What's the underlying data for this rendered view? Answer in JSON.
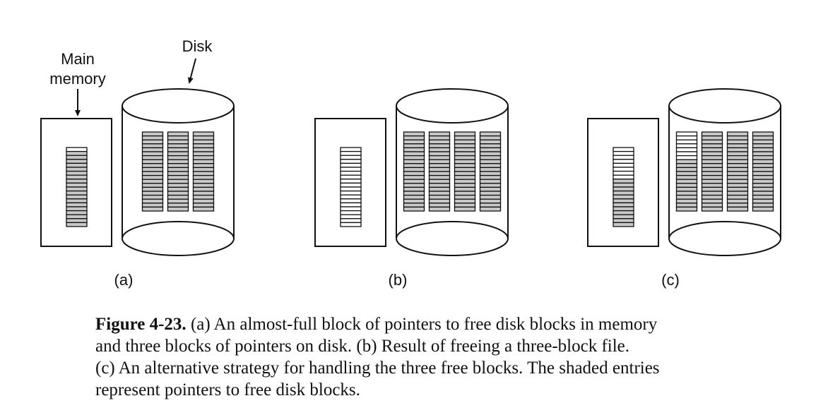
{
  "labels": {
    "main_memory_line1": "Main",
    "main_memory_line2": "memory",
    "disk": "Disk"
  },
  "panels": [
    {
      "label": "(a)",
      "memory_block": [
        false,
        true,
        true,
        true,
        true,
        true,
        true,
        true,
        true,
        true,
        true,
        true,
        true,
        true,
        true,
        true,
        true,
        true,
        true,
        true
      ],
      "disk_blocks": [
        [
          true,
          true,
          true,
          true,
          true,
          true,
          true,
          true,
          true,
          true,
          true,
          true,
          true,
          true,
          true,
          true,
          true,
          true,
          true,
          true
        ],
        [
          true,
          true,
          true,
          true,
          true,
          true,
          true,
          true,
          true,
          true,
          true,
          true,
          true,
          true,
          true,
          true,
          true,
          true,
          true,
          true
        ],
        [
          true,
          true,
          true,
          true,
          true,
          true,
          true,
          true,
          true,
          true,
          true,
          true,
          true,
          true,
          true,
          true,
          true,
          true,
          true,
          true
        ]
      ]
    },
    {
      "label": "(b)",
      "memory_block": [
        false,
        false,
        false,
        false,
        false,
        false,
        false,
        false,
        false,
        false,
        false,
        false,
        false,
        false,
        false,
        false,
        false,
        false,
        false,
        false
      ],
      "disk_blocks": [
        [
          true,
          true,
          true,
          true,
          true,
          true,
          true,
          true,
          true,
          true,
          true,
          true,
          true,
          true,
          true,
          true,
          true,
          true,
          true,
          true
        ],
        [
          true,
          true,
          true,
          true,
          true,
          true,
          true,
          true,
          true,
          true,
          true,
          true,
          true,
          true,
          true,
          true,
          true,
          true,
          true,
          true
        ],
        [
          true,
          true,
          true,
          true,
          true,
          true,
          true,
          true,
          true,
          true,
          true,
          true,
          true,
          true,
          true,
          true,
          true,
          true,
          true,
          true
        ],
        [
          true,
          true,
          true,
          true,
          true,
          true,
          true,
          true,
          true,
          true,
          true,
          true,
          true,
          true,
          true,
          true,
          true,
          true,
          true,
          true
        ]
      ]
    },
    {
      "label": "(c)",
      "memory_block": [
        false,
        false,
        false,
        false,
        false,
        false,
        false,
        false,
        true,
        true,
        true,
        true,
        true,
        true,
        true,
        true,
        true,
        true,
        true,
        true
      ],
      "disk_blocks": [
        [
          false,
          false,
          false,
          false,
          false,
          false,
          false,
          true,
          true,
          true,
          true,
          true,
          true,
          true,
          true,
          true,
          true,
          true,
          true,
          true
        ],
        [
          true,
          true,
          true,
          true,
          true,
          true,
          true,
          true,
          true,
          true,
          true,
          true,
          true,
          true,
          true,
          true,
          true,
          true,
          true,
          true
        ],
        [
          true,
          true,
          true,
          true,
          true,
          true,
          true,
          true,
          true,
          true,
          true,
          true,
          true,
          true,
          true,
          true,
          true,
          true,
          true,
          true
        ],
        [
          true,
          true,
          true,
          true,
          true,
          true,
          true,
          true,
          true,
          true,
          true,
          true,
          true,
          true,
          true,
          true,
          true,
          true,
          true,
          true
        ]
      ]
    }
  ],
  "caption": {
    "figure_label": "Figure 4-23.",
    "line1": " (a) An almost-full block of pointers to free disk blocks in memory",
    "line2": "and three blocks of pointers on disk. (b) Result of freeing a three-block file.",
    "line3": "(c) An alternative strategy for handling the three free blocks. The shaded entries",
    "line4": "represent pointers to free disk blocks."
  },
  "colors": {
    "shaded": "#c8c8c8",
    "empty": "#ffffff",
    "ink": "#111111"
  }
}
